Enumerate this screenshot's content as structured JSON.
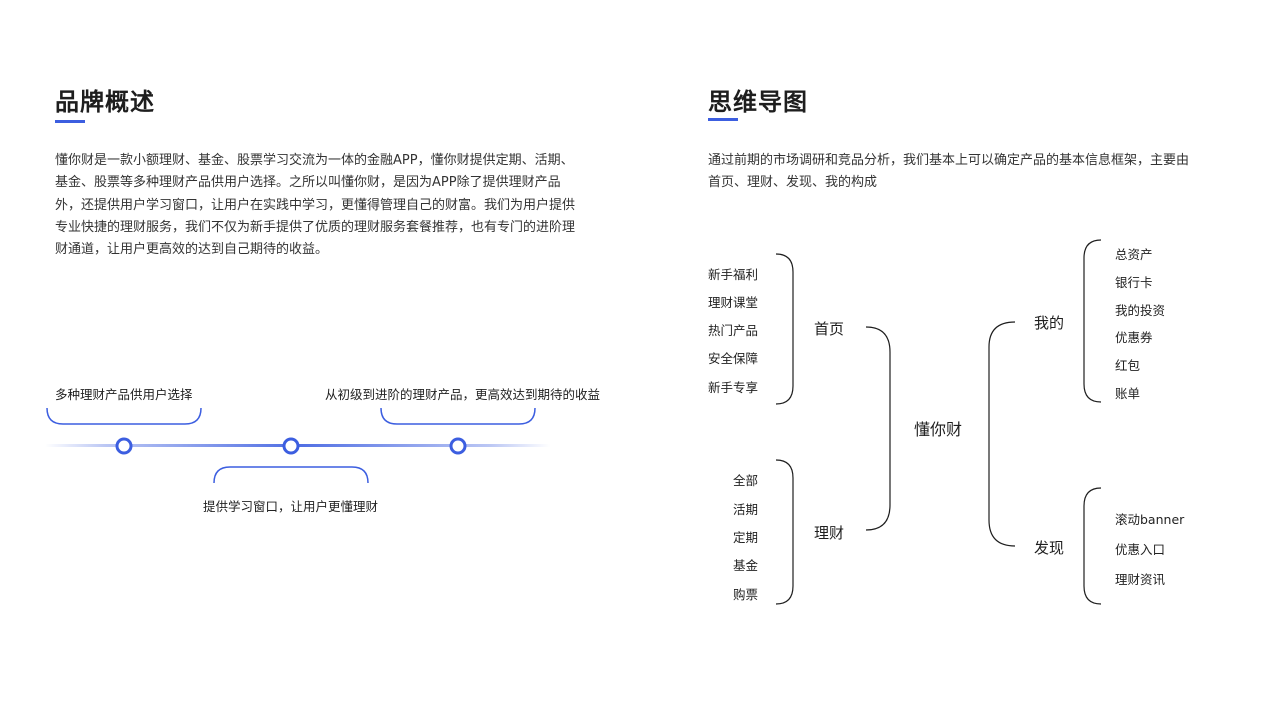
{
  "colors": {
    "accent": "#3c5ee0",
    "line": "#1e1e1e",
    "text": "#333333"
  },
  "left": {
    "title": "品牌概述",
    "description": [
      "懂你财是一款小额理财、基金、股票学习交流为一体的金融APP，懂你财提供定期、活期、",
      "基金、股票等多种理财产品供用户选择。之所以叫懂你财，是因为APP除了提供理财产品",
      "外，还提供用户学习窗口，让用户在实践中学习，更懂得管理自己的财富。我们为用户提供",
      "专业快捷的理财服务，我们不仅为新手提供了优质的理财服务套餐推荐，也有专门的进阶理",
      "财通道，让用户更高效的达到自己期待的收益。"
    ],
    "timeline": [
      "多种理财产品供用户选择",
      "提供学习窗口，让用户更懂理财",
      "从初级到进阶的理财产品，更高效达到期待的收益"
    ]
  },
  "right": {
    "title": "思维导图",
    "intro": [
      "通过前期的市场调研和竞品分析，我们基本上可以确定产品的基本信息框架，主要由",
      "首页、理财、发现、我的构成"
    ],
    "mindmap": {
      "root": "懂你财",
      "home": {
        "label": "首页",
        "items": [
          "新手福利",
          "理财课堂",
          "热门产品",
          "安全保障",
          "新手专享"
        ]
      },
      "finance": {
        "label": "理财",
        "items": [
          "全部",
          "活期",
          "定期",
          "基金",
          "购票"
        ]
      },
      "mine": {
        "label": "我的",
        "items": [
          "总资产",
          "银行卡",
          "我的投资",
          "优惠券",
          "红包",
          "账单"
        ]
      },
      "discover": {
        "label": "发现",
        "items": [
          "滚动banner",
          "优惠入口",
          "理财资讯"
        ]
      }
    }
  }
}
